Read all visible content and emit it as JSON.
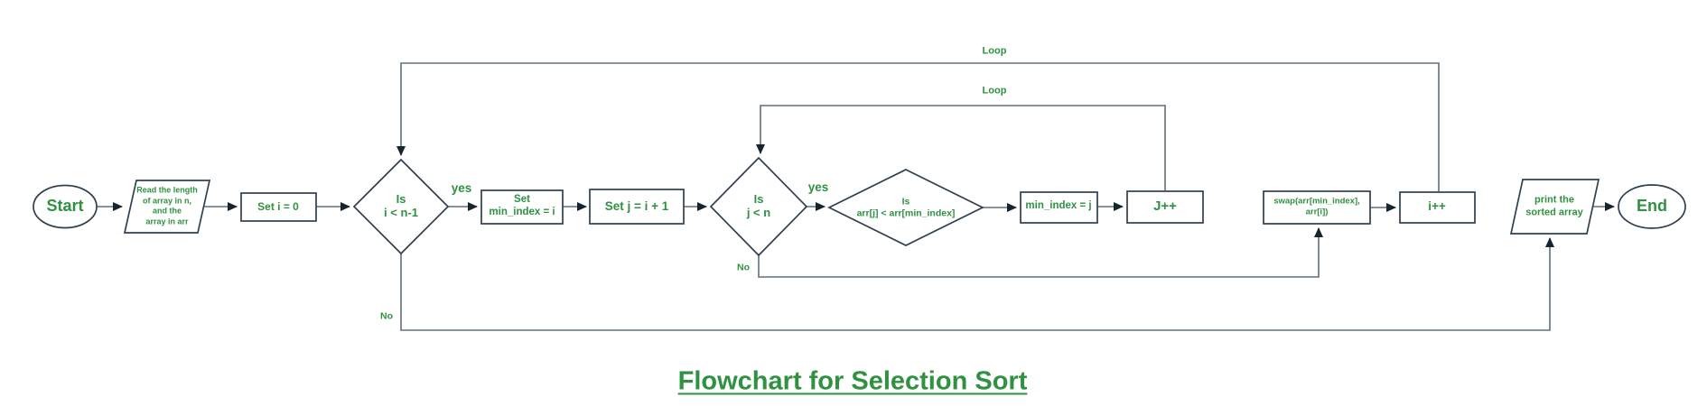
{
  "title": "Flowchart for Selection Sort",
  "colors": {
    "green": "#2f9141",
    "shape_stroke": "#2f4050",
    "connector": "#60707b",
    "arrowhead": "#16262f",
    "background": "#ffffff"
  },
  "nodes": {
    "start": "Start",
    "read_input": "Read the length\nof array in n,\nand the\narray in arr",
    "set_i": "Set i = 0",
    "cond_i": "Is\ni < n-1",
    "set_min_index": "Set\nmin_index = i",
    "set_j": "Set j = i + 1",
    "cond_j": "Is\nj <  n",
    "cond_compare": "Is\narr[j] < arr[min_index]",
    "assign_min_index": "min_index = j",
    "inc_j": "J++",
    "swap": "swap(arr[min_index],\narr[i])",
    "inc_i": "i++",
    "print_output": "print the\nsorted array",
    "end": "End"
  },
  "edge_labels": {
    "loop_outer": "Loop",
    "loop_inner": "Loop",
    "yes_outer": "yes",
    "yes_inner": "yes",
    "no_inner": "No",
    "no_outer": "No"
  }
}
